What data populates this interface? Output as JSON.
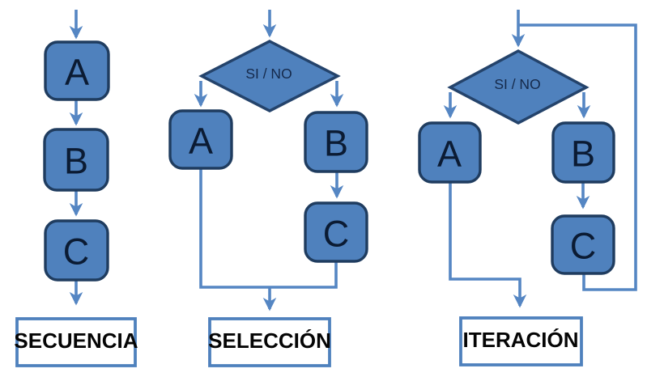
{
  "colors": {
    "node_fill": "#4F81BD",
    "node_border": "#1F3C5F",
    "connector": "#5586C3",
    "caption_border": "#4F81BD",
    "caption_background": "#FFFFFF",
    "node_text": "#0B1B33",
    "caption_text": "#050505",
    "background": "#FFFFFF"
  },
  "sequence": {
    "caption": "SECUENCIA",
    "nodes": {
      "a": "A",
      "b": "B",
      "c": "C"
    }
  },
  "selection": {
    "caption": "SELECCIÓN",
    "condition": "SI / NO",
    "nodes": {
      "a": "A",
      "b": "B",
      "c": "C"
    }
  },
  "iteration": {
    "caption": "ITERACIÓN",
    "condition": "SI / NO",
    "nodes": {
      "a": "A",
      "b": "B",
      "c": "C"
    }
  }
}
